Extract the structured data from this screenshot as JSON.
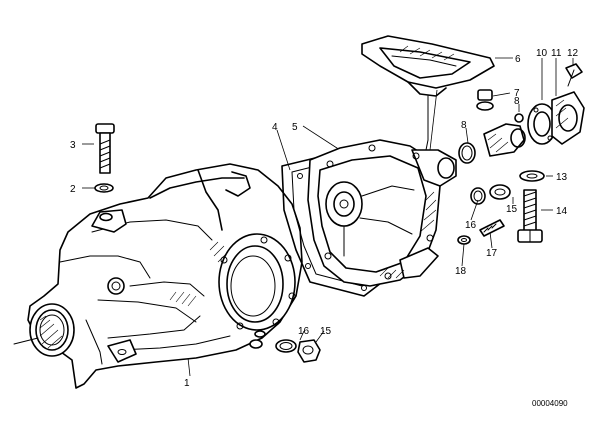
{
  "diagram": {
    "reference_number": "00004090",
    "callouts": [
      {
        "id": "c1",
        "text": "1"
      },
      {
        "id": "c2",
        "text": "2"
      },
      {
        "id": "c3",
        "text": "3"
      },
      {
        "id": "c4",
        "text": "4"
      },
      {
        "id": "c5",
        "text": "5"
      },
      {
        "id": "c6",
        "text": "6"
      },
      {
        "id": "c7",
        "text": "7"
      },
      {
        "id": "c8a",
        "text": "8"
      },
      {
        "id": "c8b",
        "text": "8"
      },
      {
        "id": "c10",
        "text": "10"
      },
      {
        "id": "c11",
        "text": "11"
      },
      {
        "id": "c12",
        "text": "12"
      },
      {
        "id": "c13",
        "text": "13"
      },
      {
        "id": "c14",
        "text": "14"
      },
      {
        "id": "c15a",
        "text": "15"
      },
      {
        "id": "c15b",
        "text": "15"
      },
      {
        "id": "c16a",
        "text": "16"
      },
      {
        "id": "c16b",
        "text": "16"
      },
      {
        "id": "c17",
        "text": "17"
      },
      {
        "id": "c18",
        "text": "18"
      }
    ]
  }
}
